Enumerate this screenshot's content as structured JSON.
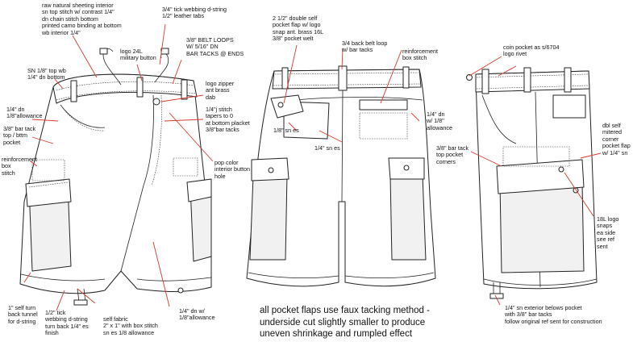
{
  "labels": {
    "waistband_interior": "raw natural sheeting interior\nsn top stitch w/ contrast 1/4\"\ndn chain stitch bottom\nprinted camo binding at bottom\nwb interior 1/4\"",
    "webbing_dstring": "3/4\" tick webbing d-string\n1/2\" leather tabs",
    "logo_military_button": "logo 24L\nmilitary button",
    "belt_loops": "3/8\" BELT LOOPS\nW/ 5/16\" DN\nBAR TACKS @ ENDS",
    "top_wb": "SN 1/8\" top wb\n1/4\" dn bottom",
    "logo_zipper": "logo zipper\nant brass\ndab",
    "j_stitch": "1/4\"j stitch\ntapers to 0\nat bottom placket\n3/8\"bar tacks",
    "dn_allowance_left": "1/4\" dn\n1/8\"allowance",
    "bar_tack_pocket": "3/8\" bar tack\ntop / bttm\npocket",
    "reinforcement_box_left": "reinforcement\nbox\nstitch",
    "pop_color_button": "pop color\ninterior button\nhole",
    "sn_turn_back": "1\" self turn\nback tunnel\nfor d-string",
    "tick_webbing_turn": "1/2\" tick\nwebbing d-string\nturn back 1/4\" es\nfinish",
    "self_fabric": "self fabric\n2\" x 1\" with box stitch\nsn es 1/8 allowance",
    "dn_allowance_bottom": "1/4\" dn w/\n1/8\"allowance",
    "pocket_flap": "2 1/2\" double self\npocket flap w/ logo\nsnap ant. brass 16L\n3/8\" pocket welt",
    "back_belt_loop": "3/4 back belt loop\nw/ bar tacks",
    "reinforcement_box_back": "reinforcement\nbox stitch",
    "sn_es_back": "1/8\" sn es",
    "dn_allowance_back": "1/4\" dn\nw/ 1/8\"\nallowance",
    "sn_es_back2": "1/4\" sn es",
    "coin_pocket": "coin pocket as s/6704\nlogo rivet",
    "bar_tack_corners": "3/8\" bar tack\ntop pocket\ncorners",
    "dbl_self_mitered": "dbl self\nmitered\ncorner\npocket flap\nw/ 1/4\" sn",
    "logo_snaps": "18L logo\nsnaps\nea side\nsee ref\nsent",
    "sn_exterior_belows": "1/4\" sn exterior belows pocket\nwith 3/8\" bar tacks\nfollow original ref sent for construction"
  },
  "note": "all pocket flaps use faux tacking method -\nunderside cut slightly smaller to produce\nuneven shrinkage and rumpled effect",
  "colors": {
    "leader": "#d83a2e",
    "outline": "#222222",
    "fill": "#ffffff"
  }
}
